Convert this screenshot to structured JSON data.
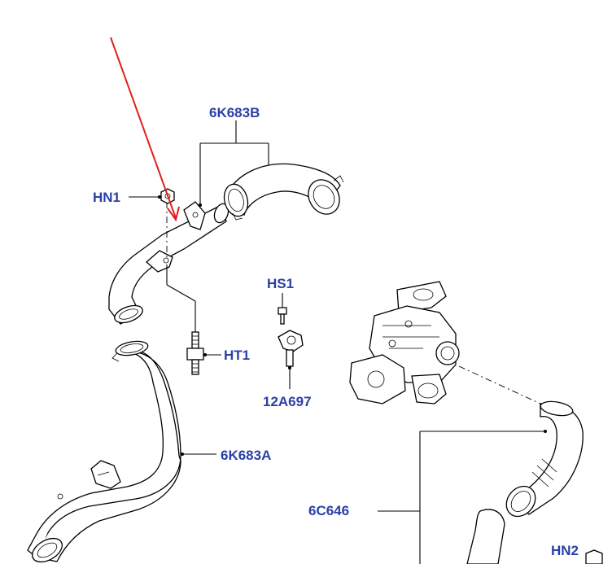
{
  "diagram": {
    "labels": {
      "hn1": "HN1",
      "part_6k683b": "6K683B",
      "hs1": "HS1",
      "ht1": "HT1",
      "part_12a697": "12A697",
      "part_6k683a": "6K683A",
      "part_6c646": "6C646",
      "hn2": "HN2"
    },
    "colors": {
      "label": "#2b3fa8",
      "arrow": "#e0201b",
      "line": "#000000"
    }
  }
}
